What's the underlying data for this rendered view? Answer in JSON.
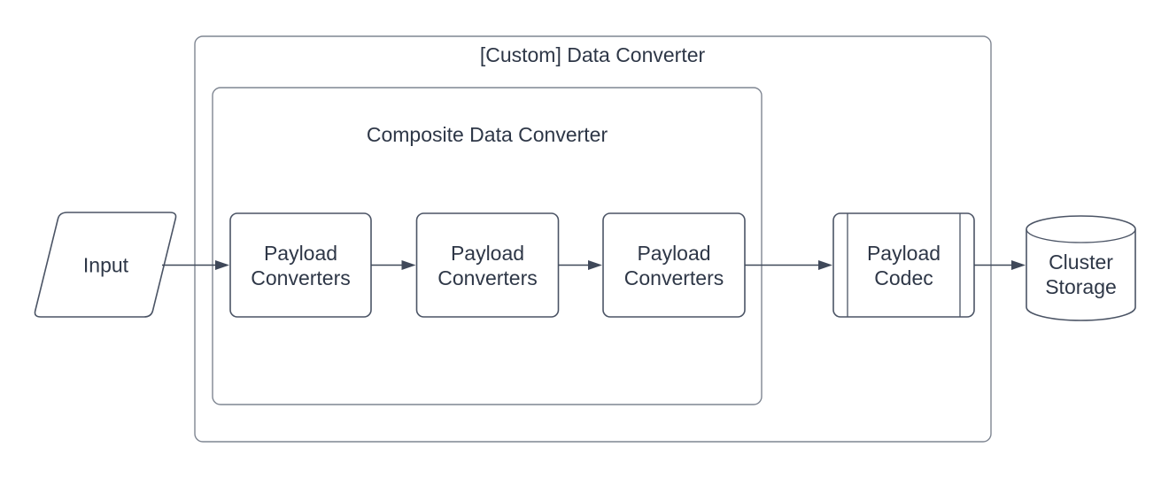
{
  "colors": {
    "background": "#ffffff",
    "container_border": "#7f8692",
    "shape_border": "#4b5465",
    "arrow": "#3f4859",
    "text": "#2e3747"
  },
  "diagram": {
    "outer_container": {
      "title": "[Custom] Data Converter"
    },
    "inner_container": {
      "title": "Composite Data Converter"
    },
    "nodes": {
      "input": {
        "shape": "parallelogram",
        "label": "Input"
      },
      "payload_converters_1": {
        "shape": "rounded-rectangle",
        "line1": "Payload",
        "line2": "Converters"
      },
      "payload_converters_2": {
        "shape": "rounded-rectangle",
        "line1": "Payload",
        "line2": "Converters"
      },
      "payload_converters_3": {
        "shape": "rounded-rectangle",
        "line1": "Payload",
        "line2": "Converters"
      },
      "payload_codec": {
        "shape": "predefined-process",
        "line1": "Payload",
        "line2": "Codec"
      },
      "cluster_storage": {
        "shape": "cylinder",
        "line1": "Cluster",
        "line2": "Storage"
      }
    },
    "edges": [
      {
        "from": "input",
        "to": "payload_converters_1"
      },
      {
        "from": "payload_converters_1",
        "to": "payload_converters_2"
      },
      {
        "from": "payload_converters_2",
        "to": "payload_converters_3"
      },
      {
        "from": "payload_converters_3",
        "to": "payload_codec"
      },
      {
        "from": "payload_codec",
        "to": "cluster_storage"
      }
    ]
  }
}
